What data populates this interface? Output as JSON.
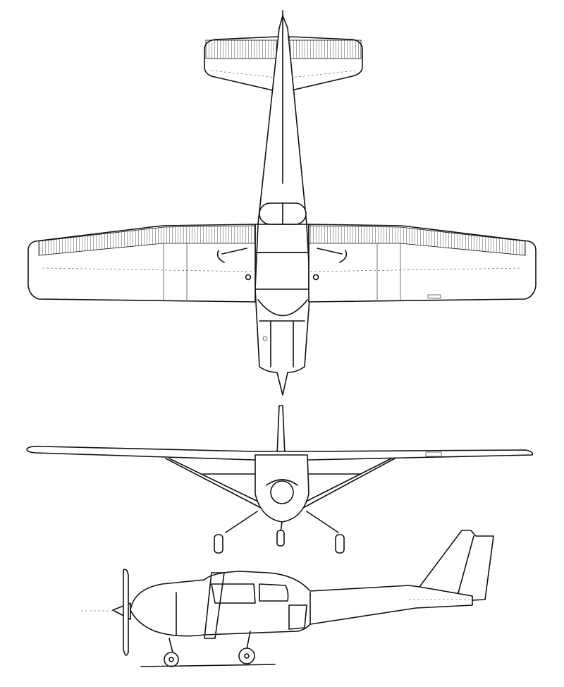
{
  "drawing": {
    "views": [
      "top-view",
      "front-view",
      "side-view"
    ],
    "colors": {
      "line": "#111111",
      "background": "#ffffff"
    }
  }
}
